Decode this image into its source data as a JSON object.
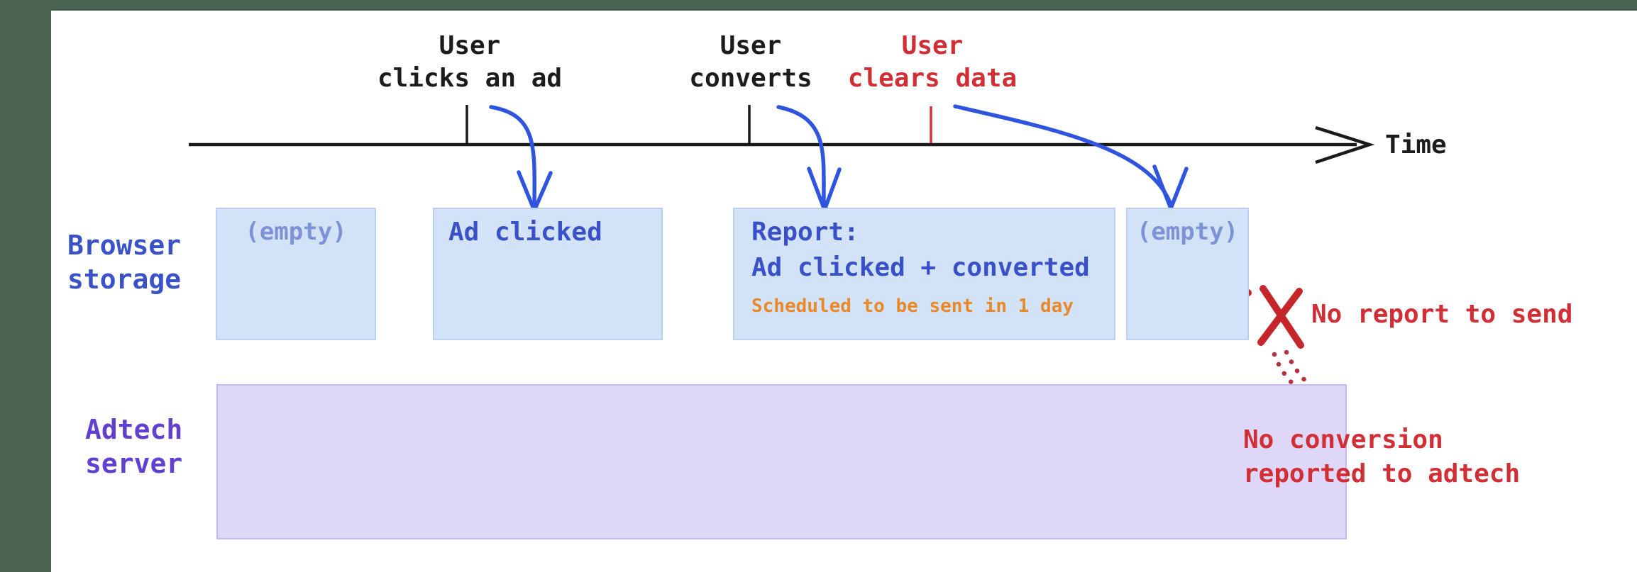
{
  "timeline": {
    "time_label": "Time",
    "events": [
      {
        "line1": "User",
        "line2": "clicks an ad",
        "color": "black"
      },
      {
        "line1": "User",
        "line2": "converts",
        "color": "black"
      },
      {
        "line1": "User",
        "line2": "clears data",
        "color": "red"
      }
    ]
  },
  "rows": {
    "browser": {
      "line1": "Browser",
      "line2": "storage"
    },
    "adtech": {
      "line1": "Adtech",
      "line2": "server"
    }
  },
  "boxes": [
    {
      "text": "(empty)"
    },
    {
      "text": "Ad clicked"
    },
    {
      "title": "Report:",
      "detail": "Ad clicked + converted",
      "note": "Scheduled to be sent in 1 day"
    },
    {
      "text": "(empty)"
    }
  ],
  "annotations": {
    "no_report": "No report to send",
    "no_conversion_line1": "No conversion",
    "no_conversion_line2": "reported to adtech"
  },
  "icons": {
    "x_mark": "x-mark-icon",
    "time_arrowhead": "arrow-right-icon",
    "blue_arrows": "curved-arrow-down-icon"
  },
  "colors": {
    "frame": "#4a6350",
    "canvas": "#ffffff",
    "axis": "#1a1a1a",
    "event_text": "#1c1c1c",
    "alert_red": "#d02f35",
    "x_red": "#c5262b",
    "dot_red": "#b82f3e",
    "blob_red": "#a8304e",
    "arrow_blue": "#2f55df",
    "storage_text": "#3a50c8",
    "storage_muted": "#7d93d6",
    "storage_fill": "#d3e3f7",
    "storage_border": "#bdd0f2",
    "note_orange": "#e8882b",
    "browser_label": "#3b52c7",
    "adtech_label": "#6140d0",
    "adtech_fill": "#ded7f7",
    "adtech_border": "#c7baf0",
    "tick_red": "#d13438"
  }
}
